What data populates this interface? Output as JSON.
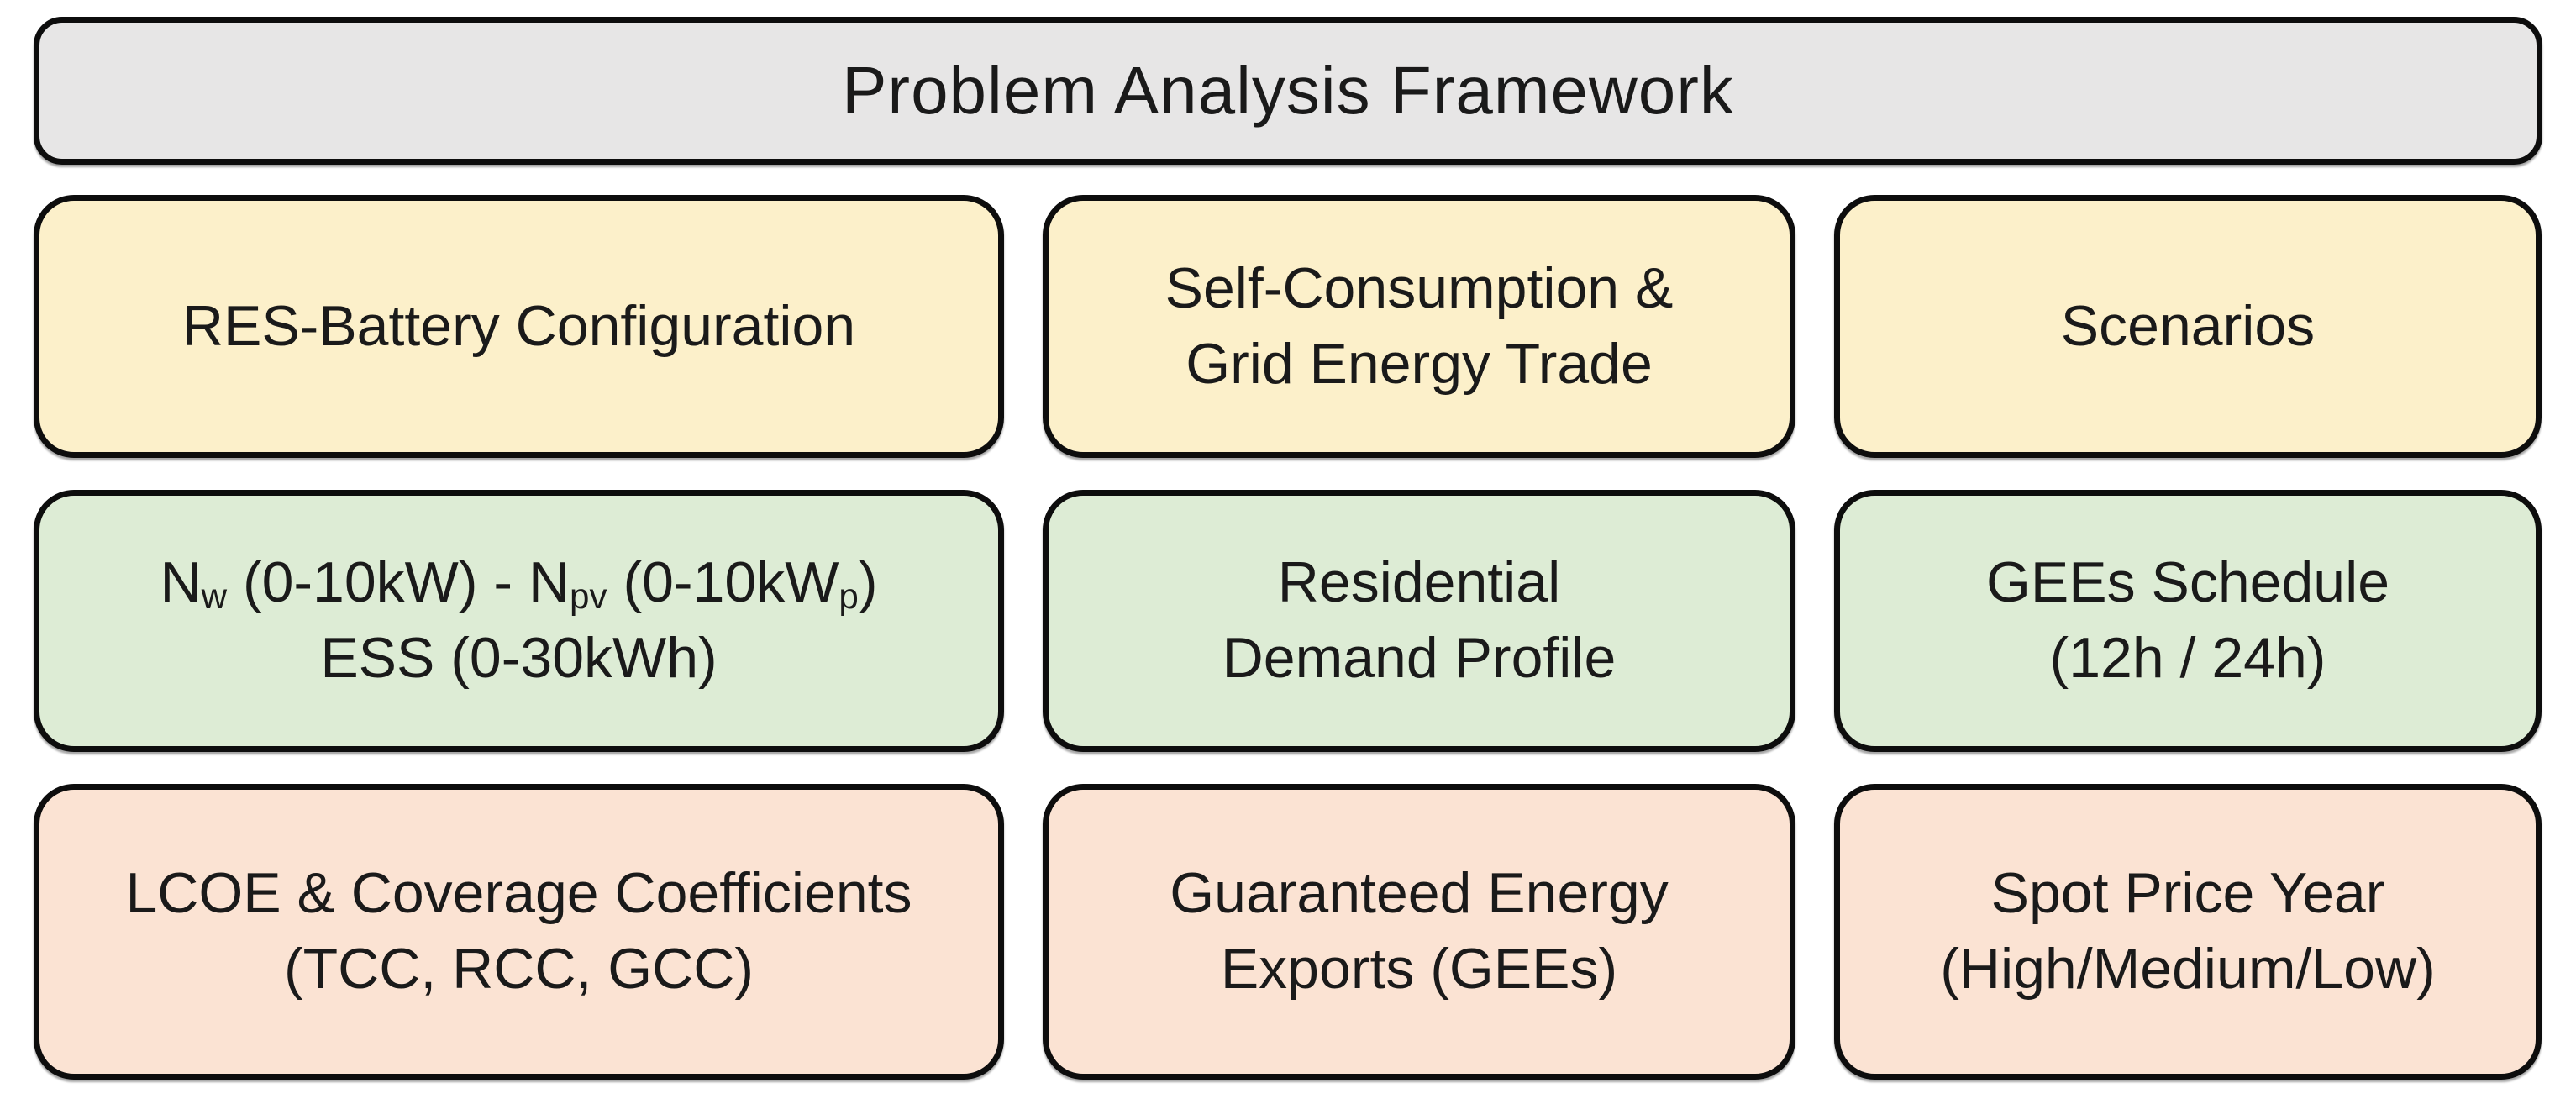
{
  "header": {
    "title": "Problem Analysis Framework"
  },
  "colors": {
    "header_bg": "#e7e6e6",
    "category_bg": "#fcf0ca",
    "parameter_bg": "#ddecd5",
    "metric_bg": "#fbe3d3",
    "border": "#0d0d0d",
    "text": "#1a1a1a"
  },
  "columns": {
    "res_battery": {
      "category": {
        "line1": "RES-Battery Configuration"
      },
      "parameter": {
        "line1_parts": [
          {
            "text": "N"
          },
          {
            "sub": "w"
          },
          {
            "text": " (0-10kW) - N"
          },
          {
            "sub": "pv"
          },
          {
            "text": " (0-10kW"
          },
          {
            "sub": "p"
          },
          {
            "text": ")"
          }
        ],
        "line2": "ESS (0-30kWh)"
      },
      "metric": {
        "line1": "LCOE & Coverage Coefficients",
        "line2": "(TCC, RCC, GCC)"
      }
    },
    "energy_trade": {
      "category": {
        "line1": "Self-Consumption &",
        "line2": "Grid Energy Trade"
      },
      "parameter": {
        "line1": "Residential",
        "line2": "Demand Profile"
      },
      "metric": {
        "line1": "Guaranteed Energy",
        "line2": "Exports (GEEs)"
      }
    },
    "scenarios": {
      "category": {
        "line1": "Scenarios"
      },
      "parameter": {
        "line1": "GEEs Schedule",
        "line2": "(12h / 24h)"
      },
      "metric": {
        "line1": "Spot Price Year",
        "line2": "(High/Medium/Low)"
      }
    }
  }
}
